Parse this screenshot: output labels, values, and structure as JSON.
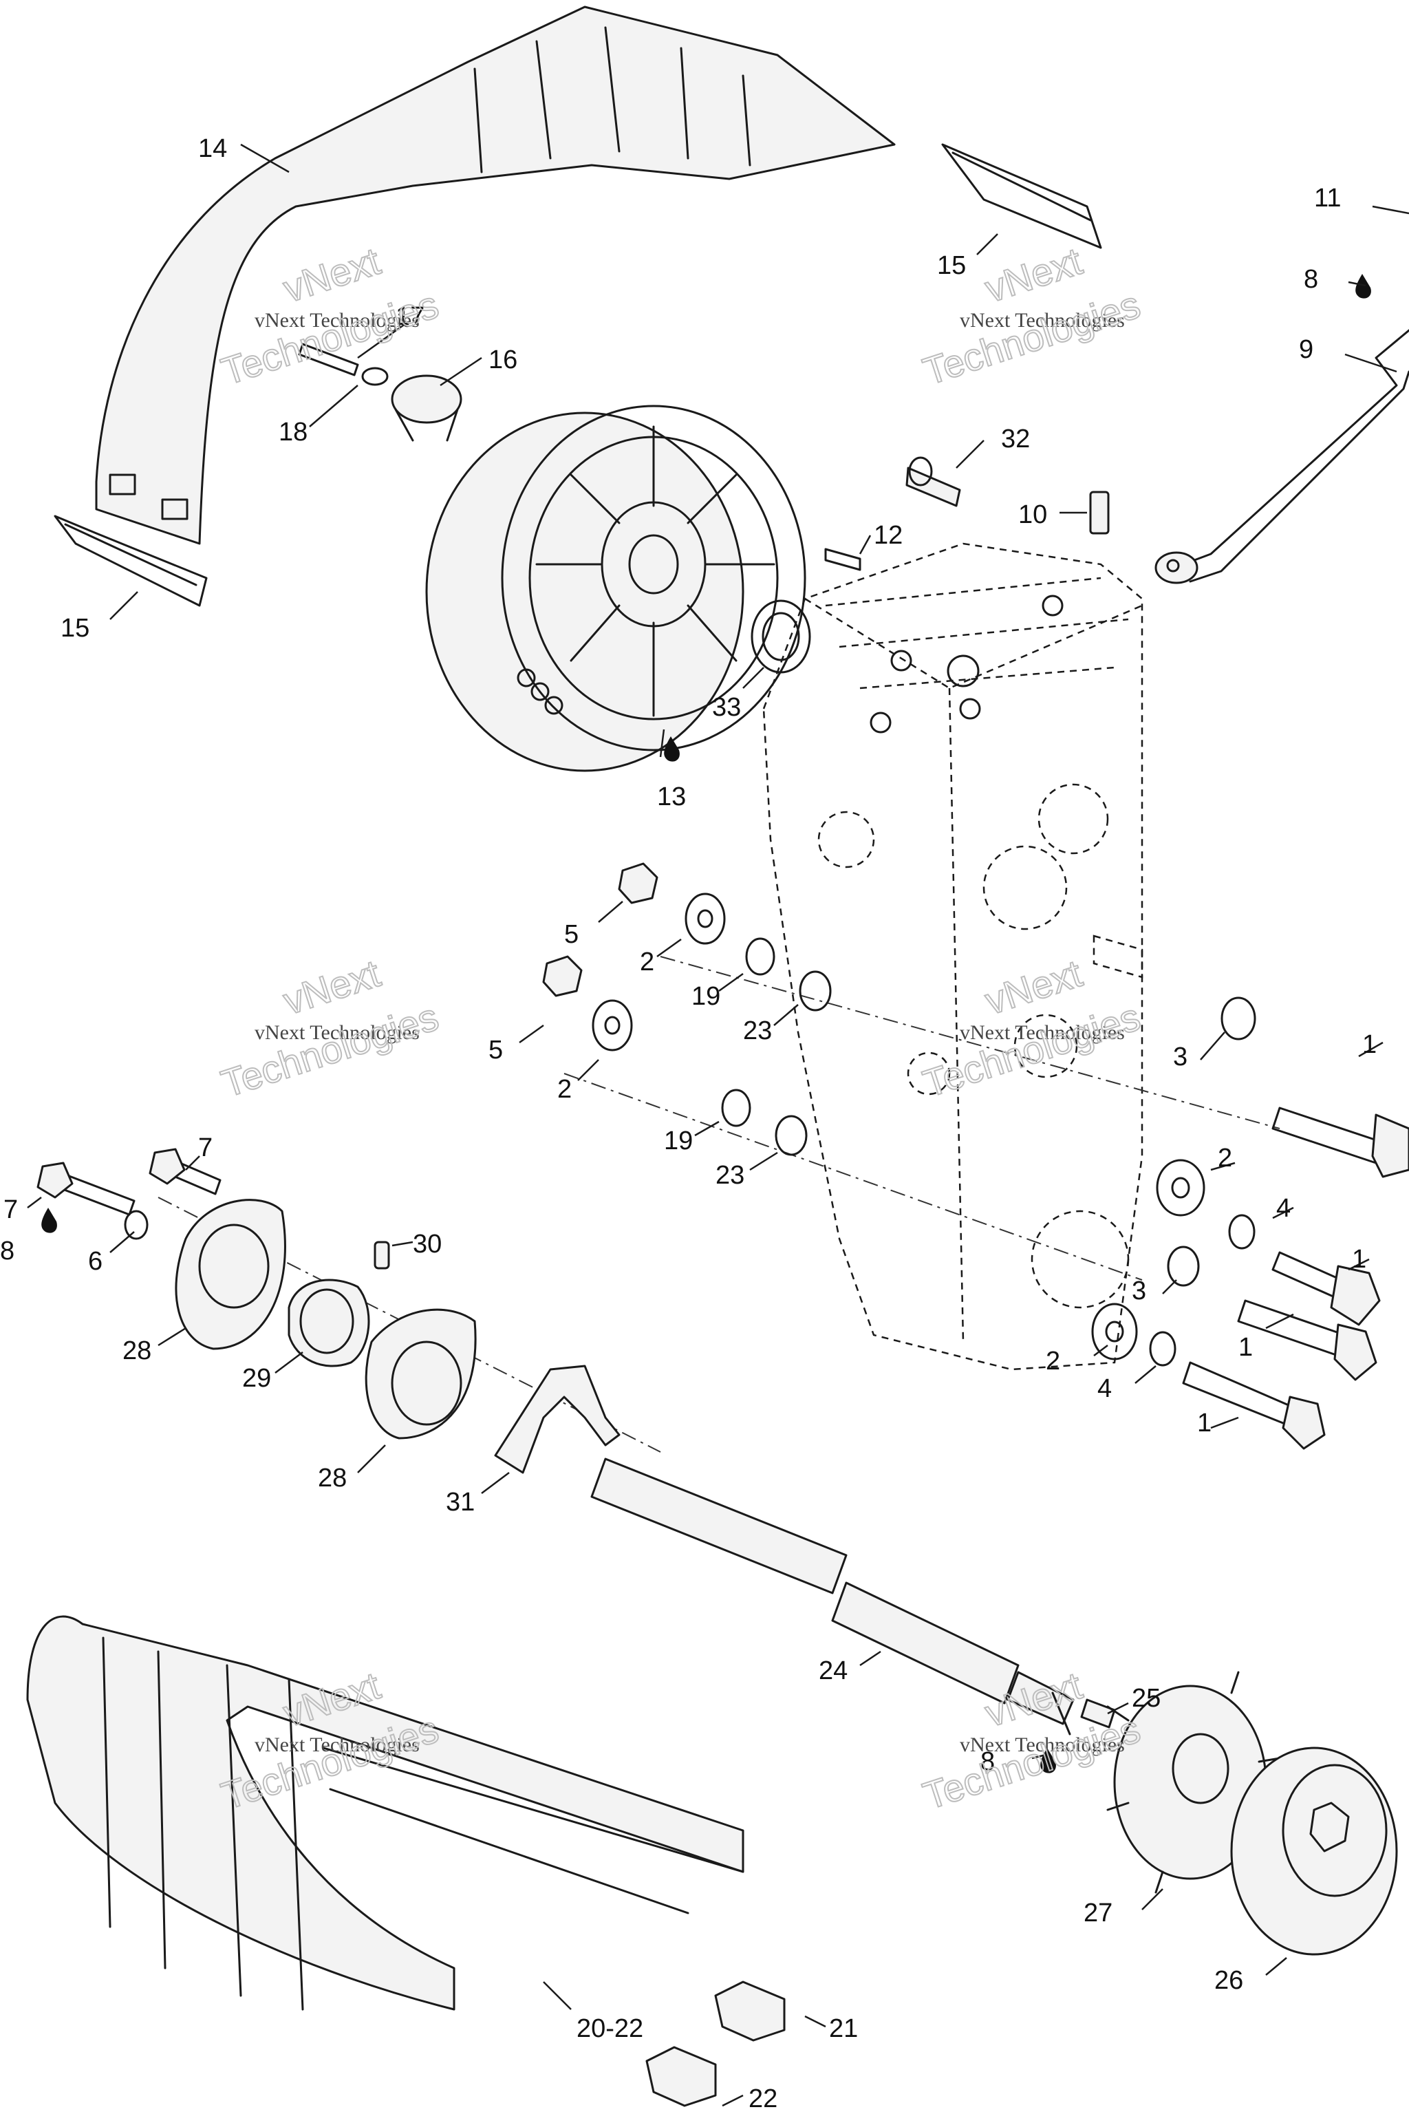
{
  "callouts": {
    "c1a": "1",
    "c1b": "1",
    "c1c": "1",
    "c1d": "1",
    "c2a": "2",
    "c2b": "2",
    "c2c": "2",
    "c2d": "2",
    "c3a": "3",
    "c3b": "3",
    "c4a": "4",
    "c4b": "4",
    "c5a": "5",
    "c5b": "5",
    "c6": "6",
    "c7a": "7",
    "c7b": "7",
    "c8a": "8",
    "c8b": "8",
    "c8c": "8",
    "c9": "9",
    "c10": "10",
    "c11": "11",
    "c12": "12",
    "c13": "13",
    "c14": "14",
    "c15a": "15",
    "c15b": "15",
    "c16": "16",
    "c17": "17",
    "c18": "18",
    "c19a": "19",
    "c19b": "19",
    "c2022": "20-22",
    "c21": "21",
    "c22": "22",
    "c23a": "23",
    "c23b": "23",
    "c24": "24",
    "c25": "25",
    "c26": "26",
    "c27": "27",
    "c28a": "28",
    "c28b": "28",
    "c29": "29",
    "c30": "30",
    "c31": "31",
    "c32": "32",
    "c33": "33"
  },
  "watermark": {
    "line1": "vNext Technologies",
    "line2": "vNext",
    "line3": "Technologies"
  }
}
